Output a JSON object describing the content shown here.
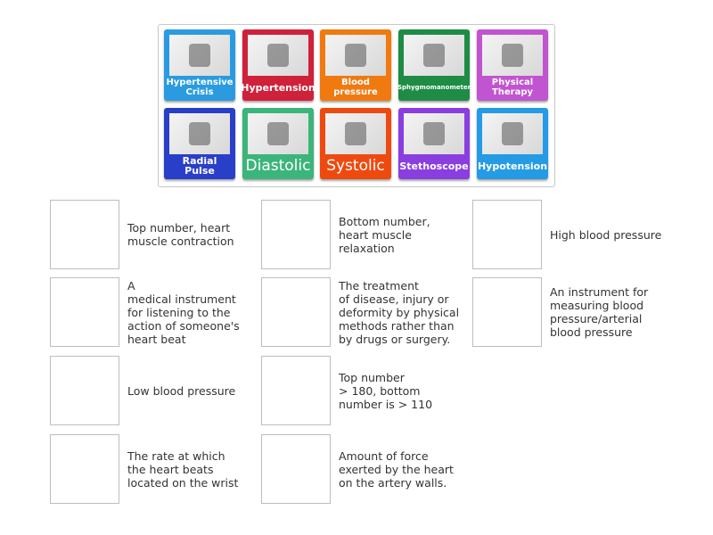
{
  "tiles": [
    {
      "label": "Hypertensive\nCrisis",
      "color": "#2a9be0",
      "size": ""
    },
    {
      "label": "Hypertension",
      "color": "#d0213a",
      "size": "md"
    },
    {
      "label": "Blood pressure",
      "color": "#f07a10",
      "size": ""
    },
    {
      "label": "Sphygmomanometer",
      "color": "#1e8c45",
      "size": "sm"
    },
    {
      "label": "Physical\nTherapy",
      "color": "#c154d0",
      "size": ""
    },
    {
      "label": "Radial Pulse",
      "color": "#2a3fc8",
      "size": "md"
    },
    {
      "label": "Diastolic",
      "color": "#3cb57a",
      "size": "big"
    },
    {
      "label": "Systolic",
      "color": "#ee4a10",
      "size": "big"
    },
    {
      "label": "Stethoscope",
      "color": "#8a3ee0",
      "size": "md"
    },
    {
      "label": "Hypotension",
      "color": "#259be6",
      "size": "md"
    }
  ],
  "descriptions": [
    "Top number, heart\nmuscle contraction",
    "A\nmedical instrument\nfor listening to the\naction of someone's\nheart beat",
    "Low blood pressure",
    "The rate at which\nthe heart beats\nlocated on the wrist",
    "Bottom number,\nheart muscle\nrelaxation",
    "The treatment\nof disease, injury or\ndeformity by physical\nmethods rather than\nby drugs or surgery.",
    "Top number\n> 180, bottom\nnumber is > 110",
    "Amount of force\nexerted by the heart\non the artery walls.",
    "High blood pressure",
    "An instrument for\nmeasuring blood\npressure/arterial\nblood pressure"
  ]
}
